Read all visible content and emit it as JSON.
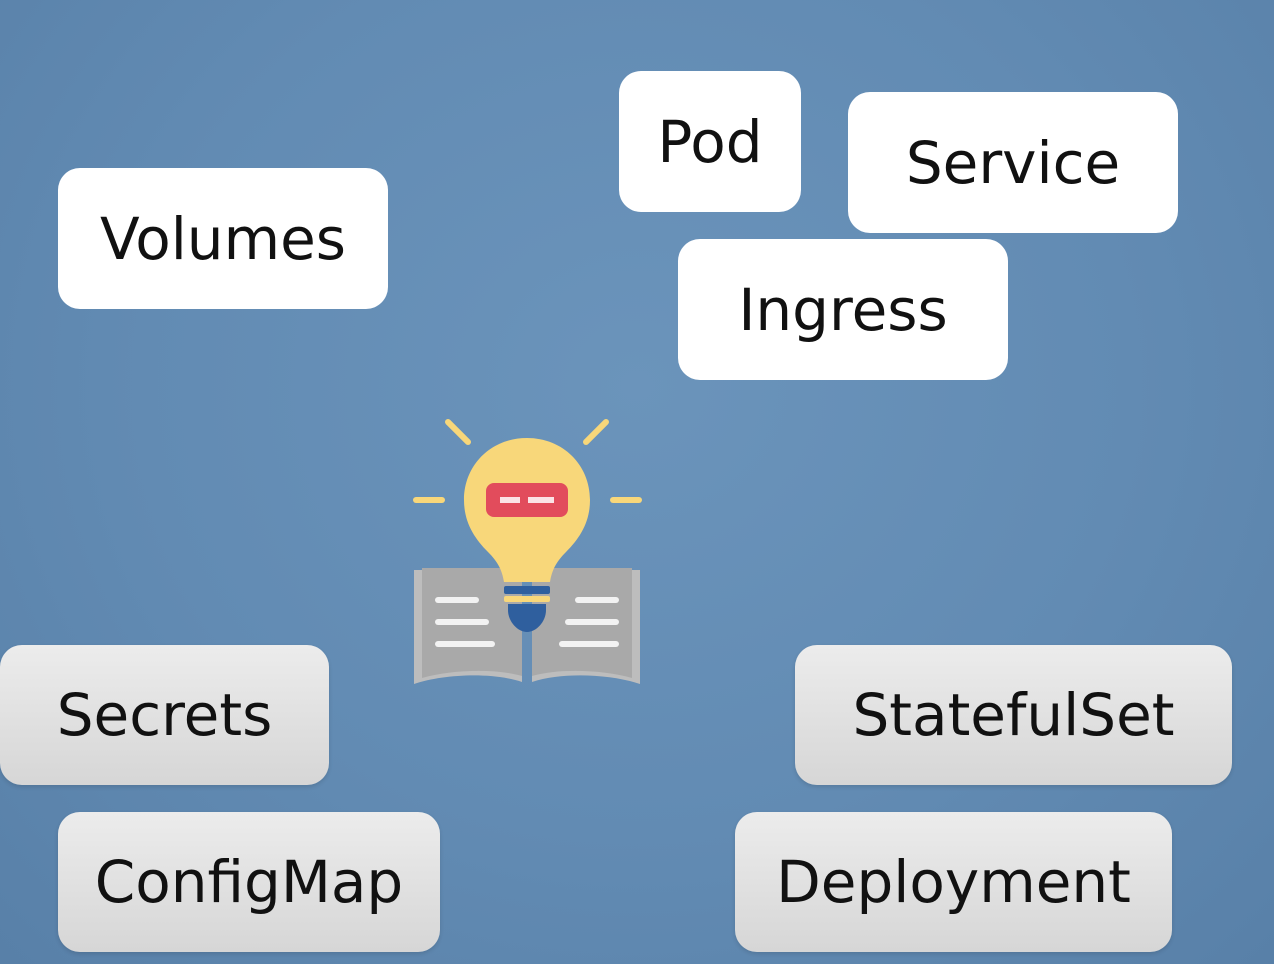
{
  "tags": {
    "pod": "Pod",
    "service": "Service",
    "volumes": "Volumes",
    "ingress": "Ingress",
    "secrets": "Secrets",
    "statefulset": "StatefulSet",
    "configmap": "ConfigMap",
    "deployment": "Deployment"
  },
  "icon": {
    "name": "lightbulb-book-icon"
  },
  "colors": {
    "background": "#628bb3",
    "tag_white": "#ffffff",
    "tag_gray": "#dedede",
    "bulb": "#f8d77a",
    "bulb_label": "#e24c5c",
    "bulb_rays": "#f8d77a",
    "bulb_base": "#2f5f9e",
    "book_pages": "#bdbdbd",
    "book_lines": "#f2f2f2"
  }
}
